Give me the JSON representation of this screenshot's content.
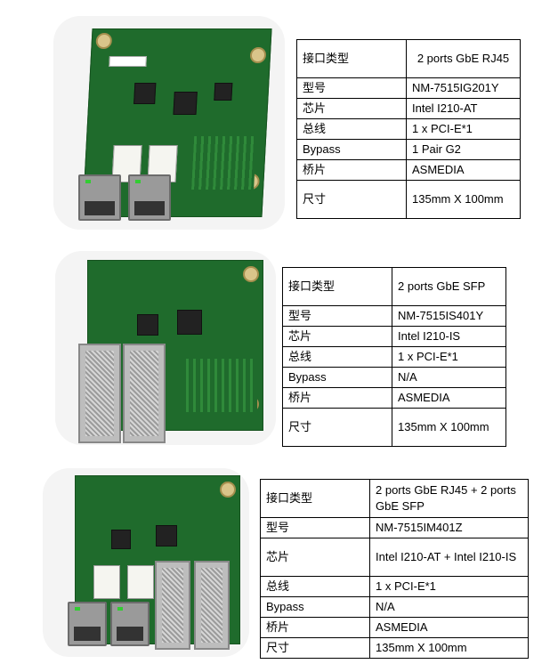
{
  "products": [
    {
      "rows": [
        {
          "label": "接口类型",
          "value": "2 ports GbE RJ45"
        },
        {
          "label": "型号",
          "value": "NM-7515IG201Y"
        },
        {
          "label": "芯片",
          "value": "Intel I210-AT"
        },
        {
          "label": "总线",
          "value": "1 x PCI-E*1"
        },
        {
          "label": "Bypass",
          "value": "1 Pair G2"
        },
        {
          "label": "桥片",
          "value": "ASMEDIA"
        },
        {
          "label": "尺寸",
          "value": "135mm X 100mm"
        }
      ]
    },
    {
      "rows": [
        {
          "label": "接口类型",
          "value": "2 ports GbE SFP"
        },
        {
          "label": "型号",
          "value": "NM-7515IS401Y"
        },
        {
          "label": "芯片",
          "value": "Intel I210-IS"
        },
        {
          "label": "总线",
          "value": "1 x PCI-E*1"
        },
        {
          "label": "Bypass",
          "value": "N/A"
        },
        {
          "label": "桥片",
          "value": "ASMEDIA"
        },
        {
          "label": "尺寸",
          "value": "135mm X 100mm"
        }
      ]
    },
    {
      "rows": [
        {
          "label": "接口类型",
          "value": "2 ports GbE RJ45 + 2 ports GbE SFP"
        },
        {
          "label": "型号",
          "value": "NM-7515IM401Z"
        },
        {
          "label": "芯片",
          "value": "Intel I210-AT + Intel I210-IS"
        },
        {
          "label": "总线",
          "value": "1 x PCI-E*1"
        },
        {
          "label": "Bypass",
          "value": "N/A"
        },
        {
          "label": "桥片",
          "value": "ASMEDIA"
        },
        {
          "label": "尺寸",
          "value": "135mm X 100mm"
        }
      ]
    }
  ],
  "colors": {
    "pcb": "#1f6b2c",
    "gold": "#caa24a"
  }
}
